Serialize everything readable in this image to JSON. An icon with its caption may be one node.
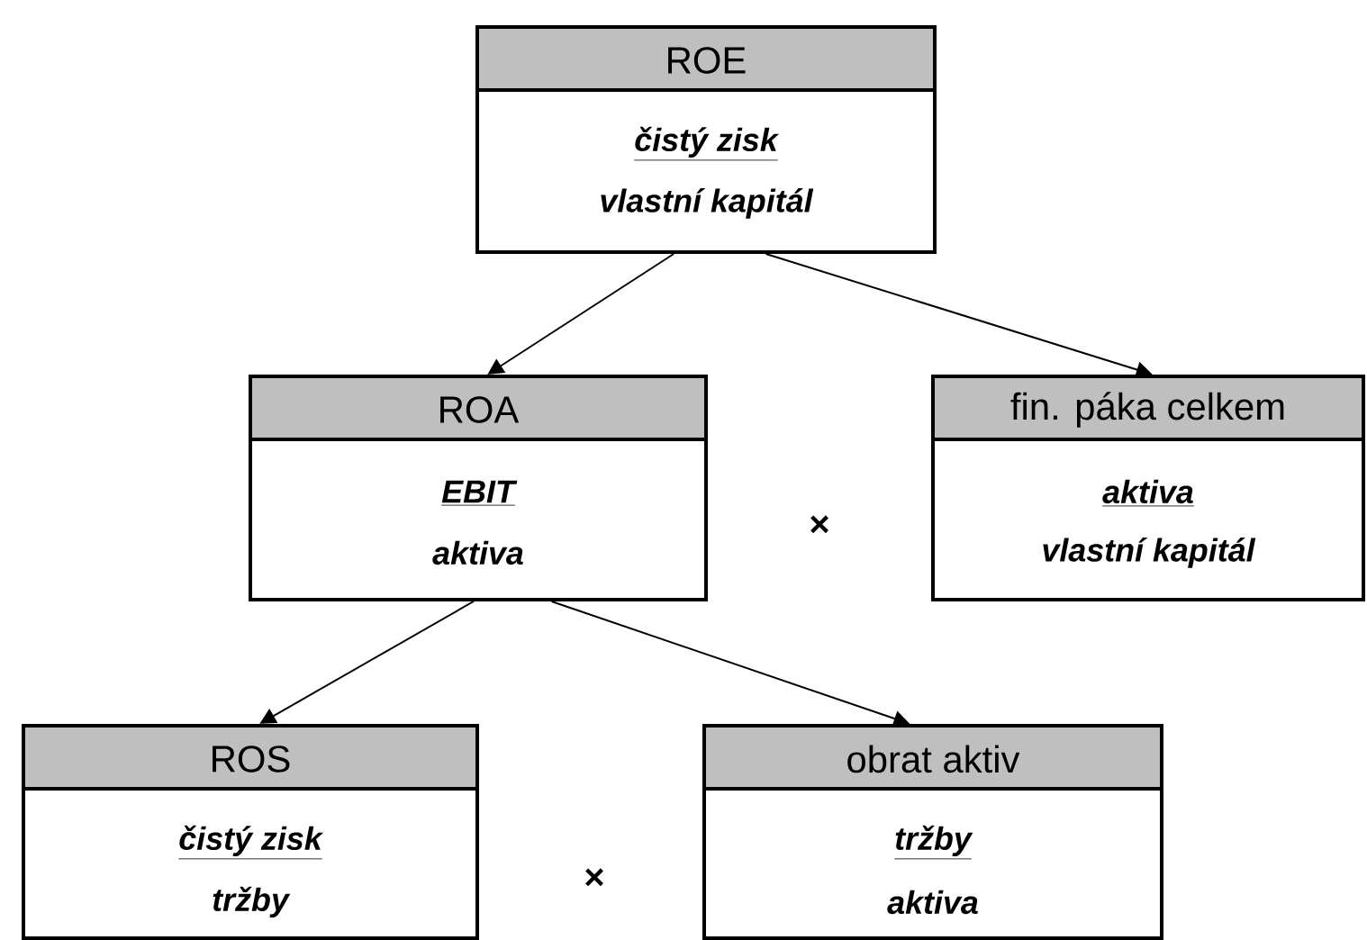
{
  "diagram": {
    "nodes": [
      {
        "text": [
          "ROE",
          "čistý zisk",
          "vlastní kapitál"
        ]
      },
      {
        "text": [
          "ROA",
          "EBIT",
          "aktiva"
        ]
      },
      {
        "text": [
          "fin. páka celkem",
          "aktiva",
          "vlastní kapitál"
        ]
      },
      {
        "text": [
          "ROS",
          "čistý zisk",
          "tržby"
        ]
      },
      {
        "text": [
          "obrat aktiv",
          "tržby",
          "aktiva"
        ]
      }
    ],
    "edges": [
      {
        "from": 0,
        "to": 1,
        "arrow": "to"
      },
      {
        "from": 0,
        "to": 2,
        "arrow": "to"
      },
      {
        "from": 1,
        "to": 3,
        "arrow": "to"
      },
      {
        "from": 1,
        "to": 4,
        "arrow": "to"
      }
    ],
    "labels": [
      "×",
      "×"
    ]
  }
}
